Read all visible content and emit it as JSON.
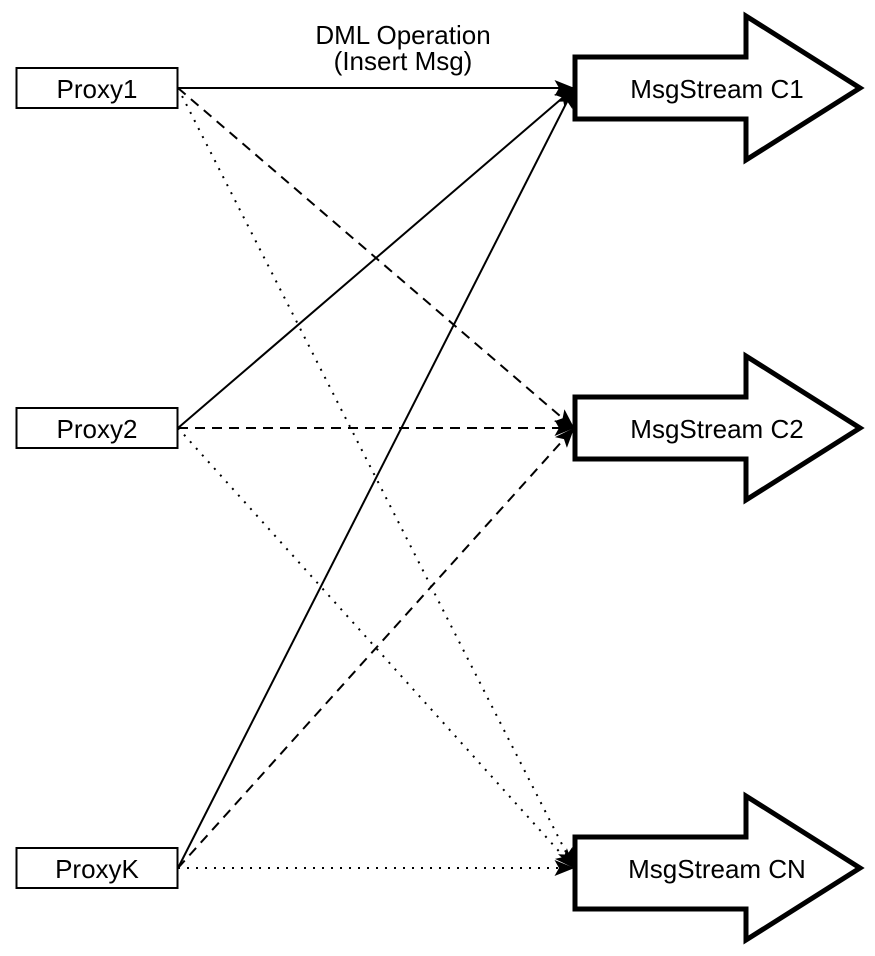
{
  "colors": {
    "stroke": "#000000",
    "node_fill": "#ffffff",
    "background": "#ffffff"
  },
  "annotation": {
    "line1": "DML Operation",
    "line2": "(Insert Msg)"
  },
  "proxies": [
    {
      "id": "proxy1",
      "label": "Proxy1"
    },
    {
      "id": "proxy2",
      "label": "Proxy2"
    },
    {
      "id": "proxyk",
      "label": "ProxyK"
    }
  ],
  "streams": [
    {
      "id": "c1",
      "label": "MsgStream C1",
      "incoming_line_style": "solid"
    },
    {
      "id": "c2",
      "label": "MsgStream C2",
      "incoming_line_style": "dashed"
    },
    {
      "id": "cn",
      "label": "MsgStream CN",
      "incoming_line_style": "dotted"
    }
  ],
  "connections": [
    {
      "from": "proxy1",
      "to": "c1",
      "style": "solid"
    },
    {
      "from": "proxy1",
      "to": "c2",
      "style": "dashed"
    },
    {
      "from": "proxy1",
      "to": "cn",
      "style": "dotted"
    },
    {
      "from": "proxy2",
      "to": "c1",
      "style": "solid"
    },
    {
      "from": "proxy2",
      "to": "c2",
      "style": "dashed"
    },
    {
      "from": "proxy2",
      "to": "cn",
      "style": "dotted"
    },
    {
      "from": "proxyk",
      "to": "c1",
      "style": "solid"
    },
    {
      "from": "proxyk",
      "to": "c2",
      "style": "dashed"
    },
    {
      "from": "proxyk",
      "to": "cn",
      "style": "dotted"
    }
  ]
}
